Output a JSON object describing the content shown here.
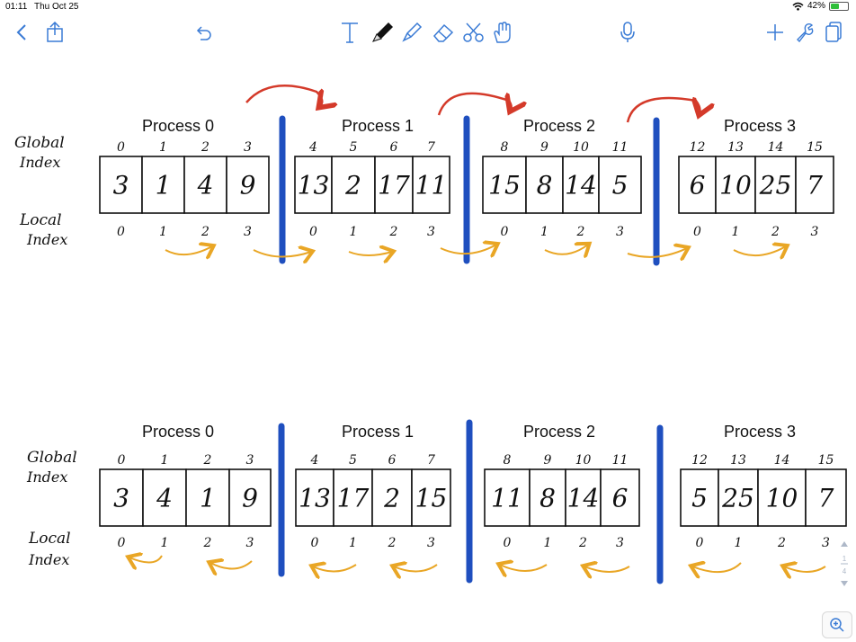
{
  "status_bar": {
    "time": "01:11",
    "date": "Thu Oct 25",
    "battery": "42%"
  },
  "toolbar": {
    "back": "back",
    "share": "share",
    "undo": "undo",
    "text_tool": "text",
    "pen_tool": "pen",
    "highlighter_tool": "highlighter",
    "eraser_tool": "eraser",
    "scissors_tool": "scissors",
    "hand_tool": "hand",
    "mic": "microphone",
    "add": "add",
    "settings": "wrench",
    "pages": "pages"
  },
  "side_labels": {
    "global_index": [
      "Global",
      "Index"
    ],
    "local_index": [
      "Local",
      "Index"
    ]
  },
  "diagram_top": {
    "processes": [
      {
        "title": "Process 0",
        "global": [
          "0",
          "1",
          "2",
          "3"
        ],
        "values": [
          "3",
          "1",
          "4",
          "9"
        ],
        "local": [
          "0",
          "1",
          "2",
          "3"
        ]
      },
      {
        "title": "Process 1",
        "global": [
          "4",
          "5",
          "6",
          "7"
        ],
        "values": [
          "13",
          "2",
          "17",
          "11"
        ],
        "local": [
          "0",
          "1",
          "2",
          "3"
        ]
      },
      {
        "title": "Process 2",
        "global": [
          "8",
          "9",
          "10",
          "11"
        ],
        "values": [
          "15",
          "8",
          "14",
          "5"
        ],
        "local": [
          "0",
          "1",
          "2",
          "3"
        ]
      },
      {
        "title": "Process 3",
        "global": [
          "12",
          "13",
          "14",
          "15"
        ],
        "values": [
          "6",
          "10",
          "25",
          "7"
        ],
        "local": [
          "0",
          "1",
          "2",
          "3"
        ]
      }
    ]
  },
  "diagram_bottom": {
    "processes": [
      {
        "title": "Process 0",
        "global": [
          "0",
          "1",
          "2",
          "3"
        ],
        "values": [
          "3",
          "4",
          "1",
          "9"
        ],
        "local": [
          "0",
          "1",
          "2",
          "3"
        ]
      },
      {
        "title": "Process 1",
        "global": [
          "4",
          "5",
          "6",
          "7"
        ],
        "values": [
          "13",
          "17",
          "2",
          "15"
        ],
        "local": [
          "0",
          "1",
          "2",
          "3"
        ]
      },
      {
        "title": "Process 2",
        "global": [
          "8",
          "9",
          "10",
          "11"
        ],
        "values": [
          "11",
          "8",
          "14",
          "6"
        ],
        "local": [
          "0",
          "1",
          "2",
          "3"
        ]
      },
      {
        "title": "Process 3",
        "global": [
          "12",
          "13",
          "14",
          "15"
        ],
        "values": [
          "5",
          "25",
          "10",
          "7"
        ],
        "local": [
          "0",
          "1",
          "2",
          "3"
        ]
      }
    ]
  },
  "scroll": {
    "current_page": "1",
    "total_pages": "4"
  },
  "colors": {
    "divider": "#1f4fbf",
    "red_arrow": "#d43a2a",
    "orange_arrow": "#e9a625",
    "icon": "#3a7bd5"
  }
}
